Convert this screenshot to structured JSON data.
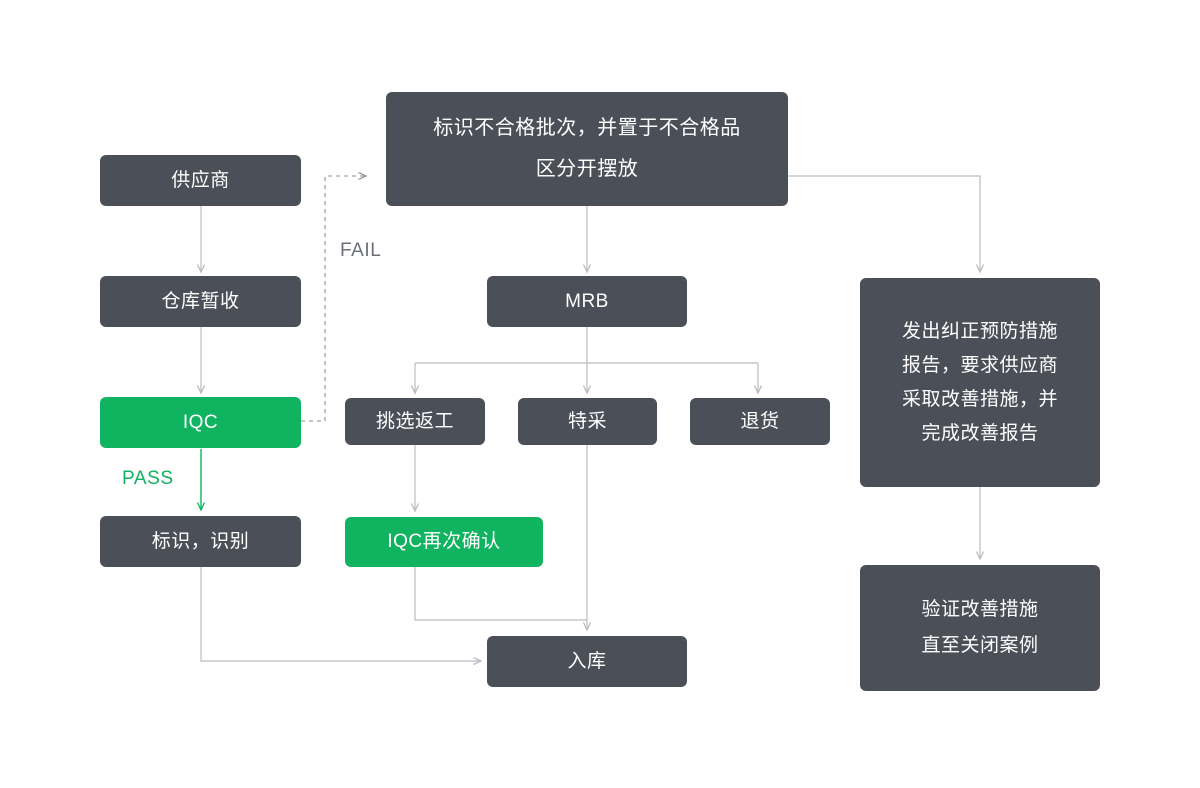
{
  "diagram": {
    "title": "IQC incoming quality control flowchart",
    "colors": {
      "node_dark": "#4b4f58",
      "node_green": "#10b35f",
      "connector_gray": "#b9bcc0",
      "label_gray": "#6b6f78",
      "background": "#ffffff"
    },
    "nodes": [
      {
        "id": "supplier",
        "label": "供应商",
        "style": "dark"
      },
      {
        "id": "warehouse-hold",
        "label": "仓库暂收",
        "style": "dark"
      },
      {
        "id": "iqc",
        "label": "IQC",
        "style": "green"
      },
      {
        "id": "mark-identify",
        "label": "标识，识别",
        "style": "dark"
      },
      {
        "id": "mark-ncr-lot",
        "label": "标识不合格批次，并置于不合格品\n区分开摆放",
        "style": "dark"
      },
      {
        "id": "mrb",
        "label": "MRB",
        "style": "dark"
      },
      {
        "id": "sort-rework",
        "label": "挑选返工",
        "style": "dark"
      },
      {
        "id": "special-accept",
        "label": "特采",
        "style": "dark"
      },
      {
        "id": "return-goods",
        "label": "退货",
        "style": "dark"
      },
      {
        "id": "iqc-recheck",
        "label": "IQC再次确认",
        "style": "green"
      },
      {
        "id": "stock-in",
        "label": "入库",
        "style": "dark"
      },
      {
        "id": "capa-report",
        "label": "发出纠正预防措施\n报告，要求供应商\n采取改善措施，并\n完成改善报告",
        "style": "dark"
      },
      {
        "id": "verify-close",
        "label": "验证改善措施\n直至关闭案例",
        "style": "dark"
      }
    ],
    "edge_labels": [
      {
        "id": "fail",
        "text": "FAIL",
        "style": "gray"
      },
      {
        "id": "pass",
        "text": "PASS",
        "style": "green"
      }
    ]
  }
}
